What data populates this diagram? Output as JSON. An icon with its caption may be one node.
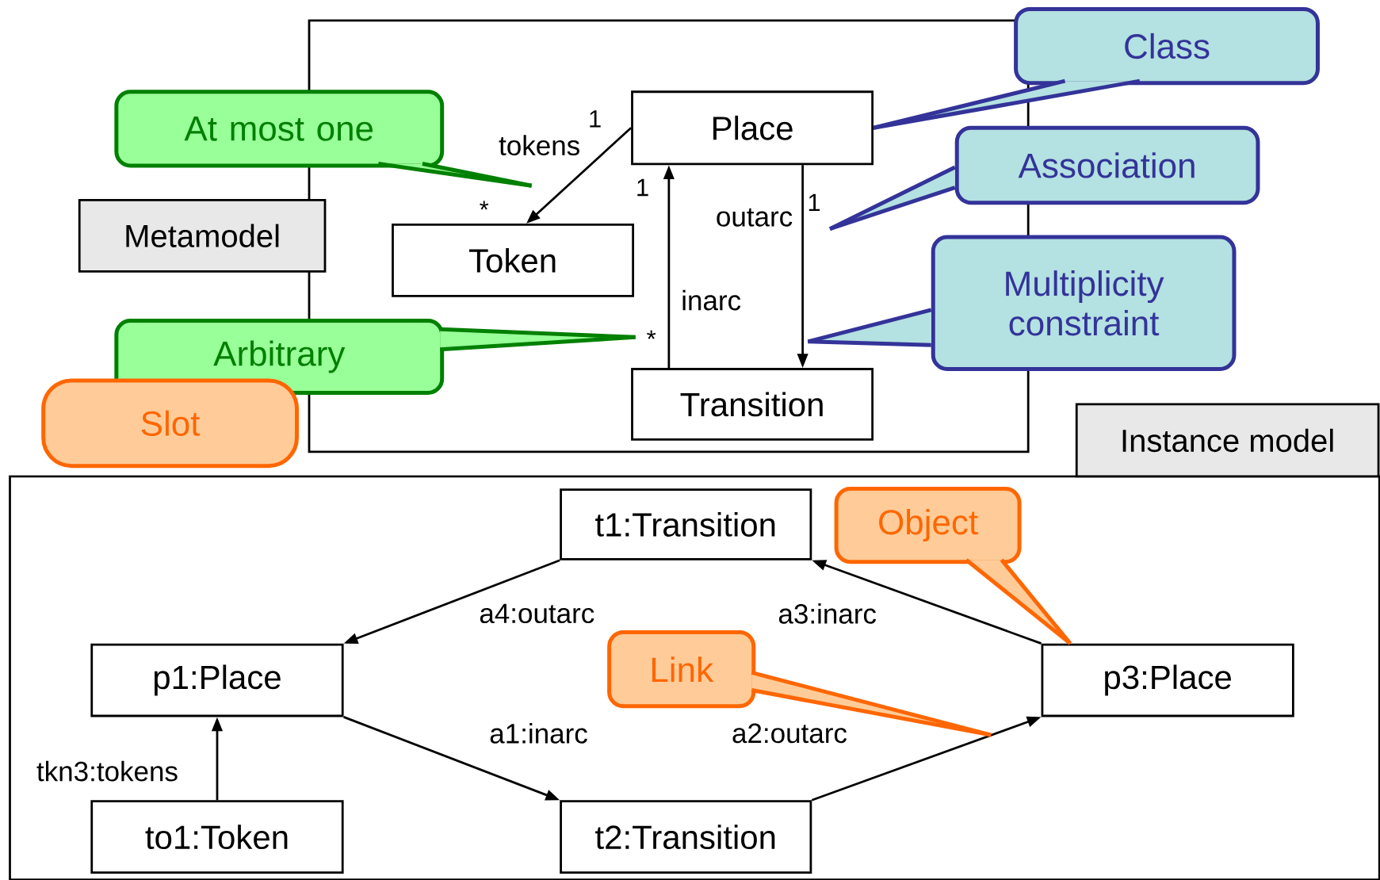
{
  "diagram": {
    "nodes": [
      {
        "text": [
          "Metamodel"
        ]
      },
      {
        "text": [
          "Place"
        ],
        "in": 0
      },
      {
        "text": [
          "Token"
        ],
        "in": 0
      },
      {
        "text": [
          "Transition"
        ],
        "in": 0
      },
      {
        "text": [
          "Instance model"
        ]
      },
      {
        "text": [
          "t1:Transition"
        ],
        "in": 4
      },
      {
        "text": [
          "p1:Place"
        ],
        "in": 4
      },
      {
        "text": [
          "p3:Place"
        ],
        "in": 4
      },
      {
        "text": [
          "to1:Token"
        ],
        "in": 4
      },
      {
        "text": [
          "t2:Transition"
        ],
        "in": 4
      },
      {
        "text": [
          "Class"
        ]
      },
      {
        "text": [
          "Association"
        ]
      },
      {
        "text": [
          "Multiplicity constraint"
        ]
      },
      {
        "text": [
          "At most one"
        ]
      },
      {
        "text": [
          "Arbitrary"
        ]
      },
      {
        "text": [
          "Slot"
        ]
      },
      {
        "text": [
          "Object"
        ],
        "in": 4
      },
      {
        "text": [
          "Link"
        ],
        "in": 4
      }
    ],
    "edges": [
      {
        "from": 1,
        "to": 2,
        "arrow": "to",
        "label": "tokens"
      },
      {
        "from": 3,
        "to": 1,
        "arrow": "to",
        "label": "inarc"
      },
      {
        "from": 1,
        "to": 3,
        "arrow": "to",
        "label": "outarc"
      },
      {
        "from": 5,
        "to": 6,
        "arrow": "to",
        "label": "a4:outarc"
      },
      {
        "from": 7,
        "to": 5,
        "arrow": "to",
        "label": "a3:inarc"
      },
      {
        "from": 6,
        "to": 9,
        "arrow": "to",
        "label": "a1:inarc"
      },
      {
        "from": 9,
        "to": 7,
        "arrow": "to",
        "label": "a2:outarc"
      },
      {
        "from": 8,
        "to": 6,
        "arrow": "to",
        "label": "tkn3:tokens"
      },
      {
        "from": 10,
        "to": 1,
        "arrow": "none",
        "color": "#333399"
      },
      {
        "from": 11,
        "to": null,
        "arrow": "none",
        "color": "#333399"
      },
      {
        "from": 12,
        "to": null,
        "arrow": "none",
        "color": "#333399"
      },
      {
        "from": 13,
        "to": null,
        "arrow": "none",
        "color": "#008000"
      },
      {
        "from": 14,
        "to": null,
        "arrow": "none",
        "color": "#008000"
      },
      {
        "from": 16,
        "to": 7,
        "arrow": "none",
        "color": "#ff6600"
      },
      {
        "from": 17,
        "to": null,
        "arrow": "none",
        "color": "#ff6600"
      }
    ],
    "labels": [
      "1",
      "*",
      "1",
      "1",
      "*"
    ]
  }
}
